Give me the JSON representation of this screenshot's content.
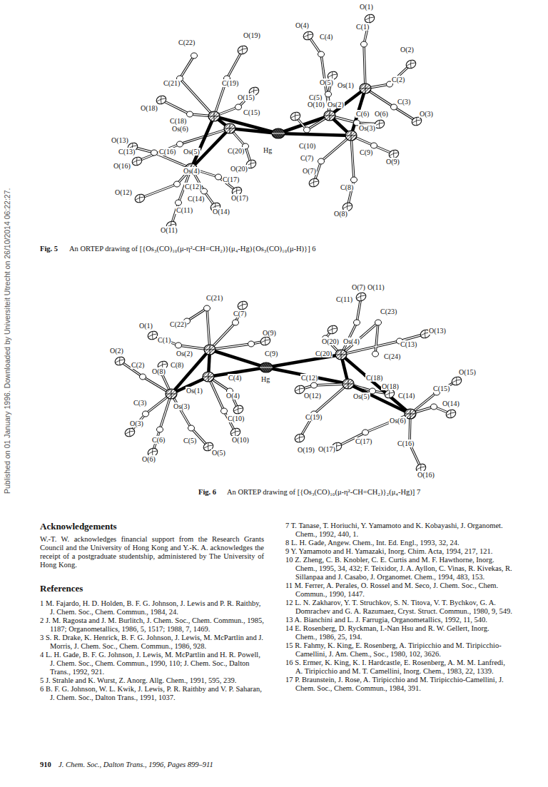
{
  "diagram": {
    "labels": [
      "Published on 01 January 1996. Downloaded by Universiteit Utrecht on 26/10/2014 06:22:27.",
      "O(1)",
      "O(4)",
      "C(1)",
      "O(19)",
      "C(22)",
      "C(4)",
      "O(2)",
      "C(2)",
      "C(21)",
      "C(19)",
      "O(5)",
      "Os(1)",
      "O(15)",
      "C(5)",
      "C(3)",
      "O(18)",
      "C(15)",
      "O(10)",
      "Os(2)",
      "C(6)",
      "O(6)",
      "O(3)",
      "C(18)",
      "Os(6)",
      "Os(3)",
      "O(13)",
      "Hg",
      "C(10)",
      "C(13)",
      "C(16)",
      "Os(5)",
      "C(20)",
      "C(9)",
      "O(9)",
      "O(16)",
      "C(7)",
      "Os(4)",
      "O(20)",
      "O(7)",
      "C(17)",
      "C(12)",
      "C(8)",
      "O(12)",
      "O(17)",
      "C(14)",
      "C(11)",
      "O(14)",
      "O(8)",
      "O(11)",
      "Fig. 5",
      "An ORTEP drawing of [{Os₃(CO)₁₀(μ-η²-CH=CH₂)}(μ₄-Hg){Os₃(CO)₁₀(μ-H)}] 6",
      "O(7)",
      "O(11)",
      "C(21)",
      "C(11)",
      "C(23)",
      "C(7)",
      "O(1)",
      "C(22)",
      "O(9)",
      "O(13)",
      "C(1)",
      "O(20)",
      "Os(4)",
      "C(13)",
      "O(2)",
      "Os(2)",
      "C(9)",
      "C(20)",
      "C(24)",
      "C(2)",
      "O(8)",
      "C(8)",
      "C(4)",
      "Hg",
      "C(12)",
      "O(15)",
      "C(18)",
      "O(18)",
      "C(15)",
      "Os(1)",
      "Os(5)",
      "C(14)",
      "C(3)",
      "O(4)",
      "O(12)",
      "O(14)",
      "Os(3)",
      "C(10)",
      "O(3)",
      "C(19)",
      "Os(6)",
      "C(6)",
      "C(5)",
      "O(10)",
      "C(17)",
      "C(16)",
      "O(5)",
      "O(19)",
      "O(17)",
      "O(6)",
      "O(16)",
      "Fig. 6",
      "An ORTEP drawing of [{Os₃(CO)₁₀(μ-η²-CH=CH₂)}₂(μ₄-Hg)] 7",
      "Acknowledgements",
      "W.-T. W. acknowledges financial support from the Research Grants Council and the University of Hong Kong and Y.-K. A. acknowledges the receipt of a postgraduate studentship, administered by The University of Hong Kong.",
      "References",
      "1 M. Fajardo, H. D. Holden, B. F. G. Johnson, J. Lewis and P. R. Raithby, J. Chem. Soc., Chem. Commun., 1984, 24.",
      "2 J. M. Ragosta and J. M. Burlitch, J. Chem. Soc., Chem. Commun., 1985, 1187; Organometallics, 1986, 5, 1517; 1988, 7, 1469.",
      "3 S. R. Drake, K. Henrick, B. F. G. Johnson, J. Lewis, M. McPartlin and J. Morris, J. Chem. Soc., Chem. Commun., 1986, 928.",
      "4 L. H. Gade, B. F. G. Johnson, J. Lewis, M. McPartlin and H. R. Powell, J. Chem. Soc., Chem. Commun., 1990, 110; J. Chem. Soc., Dalton Trans., 1992, 921.",
      "5 J. Strahle and K. Wurst, Z. Anorg. Allg. Chem., 1991, 595, 239.",
      "6 B. F. G. Johnson, W. L. Kwik, J. Lewis, P. R. Raithby and V. P. Saharan, J. Chem. Soc., Dalton Trans., 1991, 1037.",
      "7 T. Tanase, T. Horiuchi, Y. Yamamoto and K. Kobayashi, J. Organomet. Chem., 1992, 440, 1.",
      "8 L. H. Gade, Angew. Chem., Int. Ed. Engl., 1993, 32, 24.",
      "9 Y. Yamamoto and H. Yamazaki, Inorg. Chim. Acta, 1994, 217, 121.",
      "10 Z. Zheng, C. B. Knobler, C. E. Curtis and M. F. Hawthorne, Inorg. Chem., 1995, 34, 432; F. Teixidor, J. A. Ayllon, C. Vinas, R. Kivekas, R. Sillanpaa and J. Casabo, J. Organomet. Chem., 1994, 483, 153.",
      "11 M. Ferrer, A. Perales, O. Rossel and M. Seco, J. Chem. Soc., Chem. Commun., 1990, 1447.",
      "12 L. N. Zakharov, Y. T. Struchkov, S. N. Titova, V. T. Bychkov, G. A. Domrachev and G. A. Razumaez, Cryst. Struct. Commun., 1980, 9, 549.",
      "13 A. Bianchini and L. J. Farrugia, Organometallics, 1992, 11, 540.",
      "14 E. Rosenberg, D. Ryckman, I.-Nan Hsu and R. W. Gellert, Inorg. Chem., 1986, 25, 194.",
      "15 R. Fahmy, K. King, E. Rosenberg, A. Tiripicchio and M. Tiripicchio-Camellini, J. Am. Chem., Soc., 1980, 102, 3626.",
      "16 S. Ermer, K. King, K. I. Hardcastle, E. Rosenberg, A. M. M. Lanfredi, A. Tiripicchio and M. T. Camellini, Inorg. Chem., 1983, 22, 1339.",
      "17 P. Braunstein, J. Rose, A. Tiripicchio and M. Tiripicchio-Camellini, J. Chem. Soc., Chem. Commun., 1984, 391.",
      "910",
      "J. Chem. Soc., Dalton Trans., 1996, Pages 899–911"
    ]
  }
}
